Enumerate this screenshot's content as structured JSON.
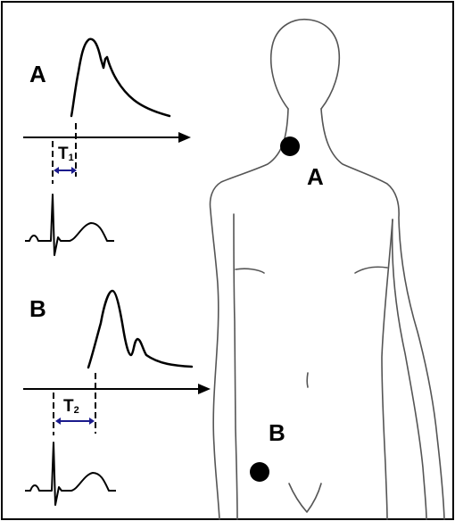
{
  "panel_a": {
    "label": "A",
    "interval_label": "T",
    "interval_subscript": "1"
  },
  "panel_b": {
    "label": "B",
    "interval_label": "T",
    "interval_subscript": "2"
  },
  "body_markers": [
    {
      "label": "A"
    },
    {
      "label": "B"
    }
  ],
  "colors": {
    "stroke": "#000000",
    "interval_arrow": "#1a1a8c",
    "body_outline": "#555555",
    "background": "#ffffff"
  }
}
